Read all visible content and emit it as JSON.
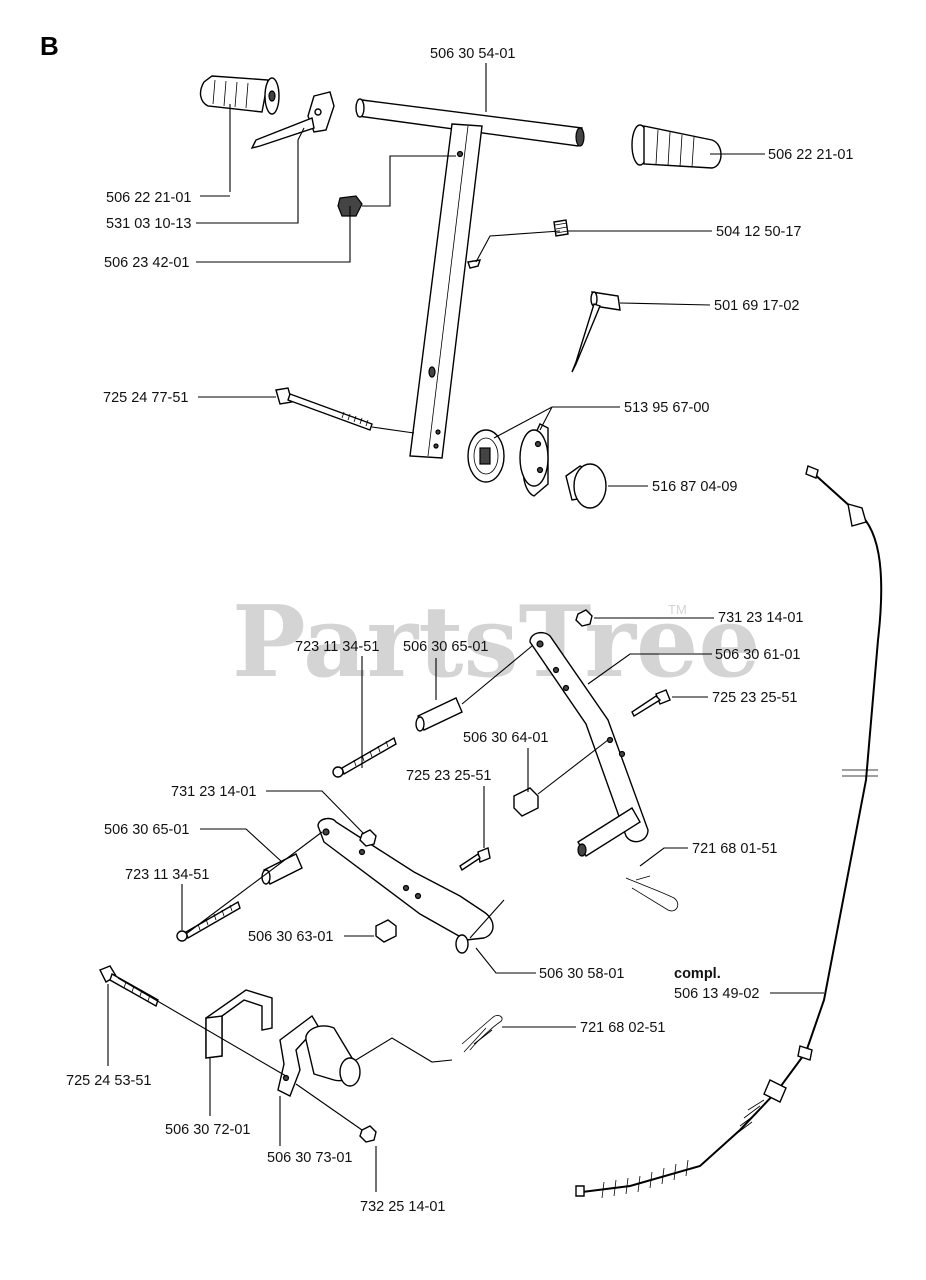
{
  "section_letter": "B",
  "watermark": {
    "text": "PartsTree",
    "trademark": "TM"
  },
  "parts": {
    "handlebar": "506 30 54-01",
    "grip_right": "506 22 21-01",
    "grip_left": "506 22 21-01",
    "lever": "531 03 10-13",
    "clip": "506 23 42-01",
    "screw_top": "504 12 50-17",
    "tool": "501 69 17-02",
    "bolt_long": "725 24 77-51",
    "ratchet_pair": "513 95 67-00",
    "knob": "516 87 04-09",
    "nut_top": "731 23 14-01",
    "screw_upper": "723 11 34-51",
    "spacer_upper": "506 30 65-01",
    "arm_upper": "506 30 61-01",
    "screw_small_right": "725 23 25-51",
    "nut_sleeve_upper": "506 30 64-01",
    "screw_small_mid": "725 23 25-51",
    "nut_mid_left": "731 23 14-01",
    "spacer_lower": "506 30 65-01",
    "screw_lower": "723 11 34-51",
    "pin_clip_upper": "721 68 01-51",
    "nut_sleeve_lower": "506 30 63-01",
    "arm_lower": "506 30 58-01",
    "cable_note": "compl.",
    "cable": "506 13 49-02",
    "pin_clip_lower": "721 68 02-51",
    "bolt_bottom": "725 24 53-51",
    "bracket": "506 30 72-01",
    "pivot_block": "506 30 73-01",
    "nut_bottom": "732 25 14-01"
  }
}
